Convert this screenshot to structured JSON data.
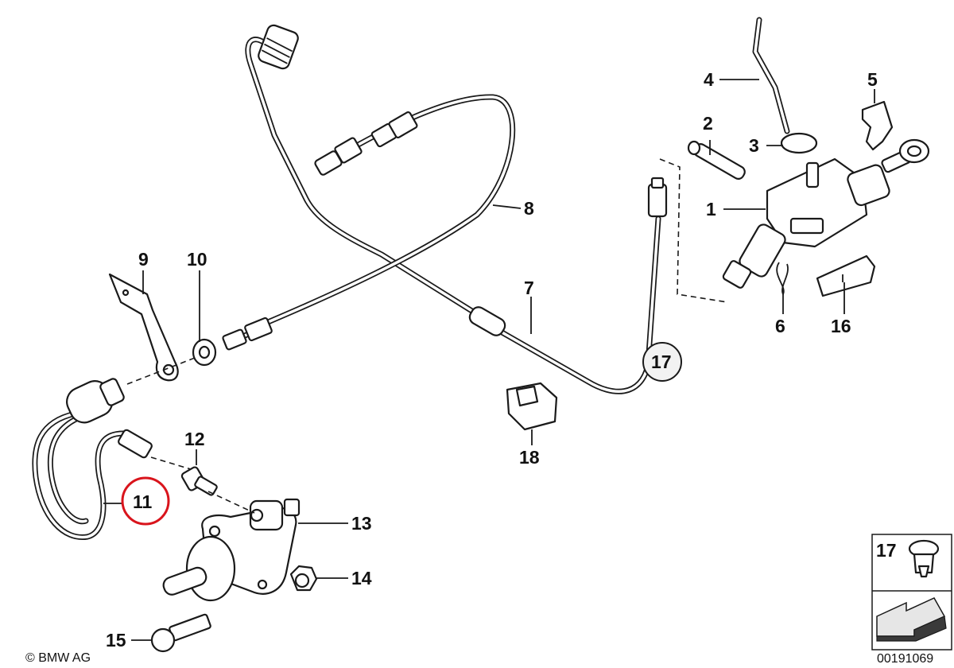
{
  "callouts": {
    "c1": "1",
    "c2": "2",
    "c3": "3",
    "c4": "4",
    "c5": "5",
    "c6": "6",
    "c7": "7",
    "c8": "8",
    "c9": "9",
    "c10": "10",
    "c11": "11",
    "c12": "12",
    "c13": "13",
    "c14": "14",
    "c15": "15",
    "c16": "16",
    "c17": "17",
    "c18": "18"
  },
  "highlight": {
    "part": "11",
    "color": "#d9141c"
  },
  "inset": {
    "label": "17"
  },
  "footer": {
    "copyright": "© BMW AG",
    "image_number": "00191069"
  }
}
